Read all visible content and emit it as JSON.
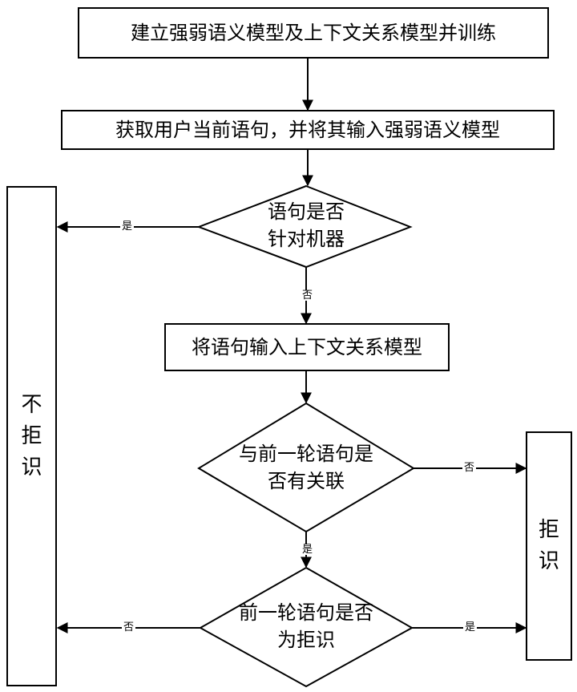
{
  "steps": {
    "build_model": "建立强弱语义模型及上下文关系模型并训练",
    "get_sentence": "获取用户当前语句，并将其输入强弱语义模型",
    "input_context": "将语句输入上下文关系模型"
  },
  "decisions": {
    "for_machine": {
      "line1": "语句是否",
      "line2": "针对机器"
    },
    "related_previous": {
      "line1": "与前一轮语句是",
      "line2": "否有关联"
    },
    "previous_rejected": {
      "line1": "前一轮语句是否",
      "line2": "为拒识"
    }
  },
  "outcomes": {
    "not_reject": [
      "不",
      "拒",
      "识"
    ],
    "reject": [
      "拒",
      "识"
    ]
  },
  "edge_labels": {
    "for_machine_yes": "是",
    "for_machine_no": "否",
    "related_no": "否",
    "related_yes": "是",
    "previous_rejected_no": "否",
    "previous_rejected_yes": "是"
  }
}
